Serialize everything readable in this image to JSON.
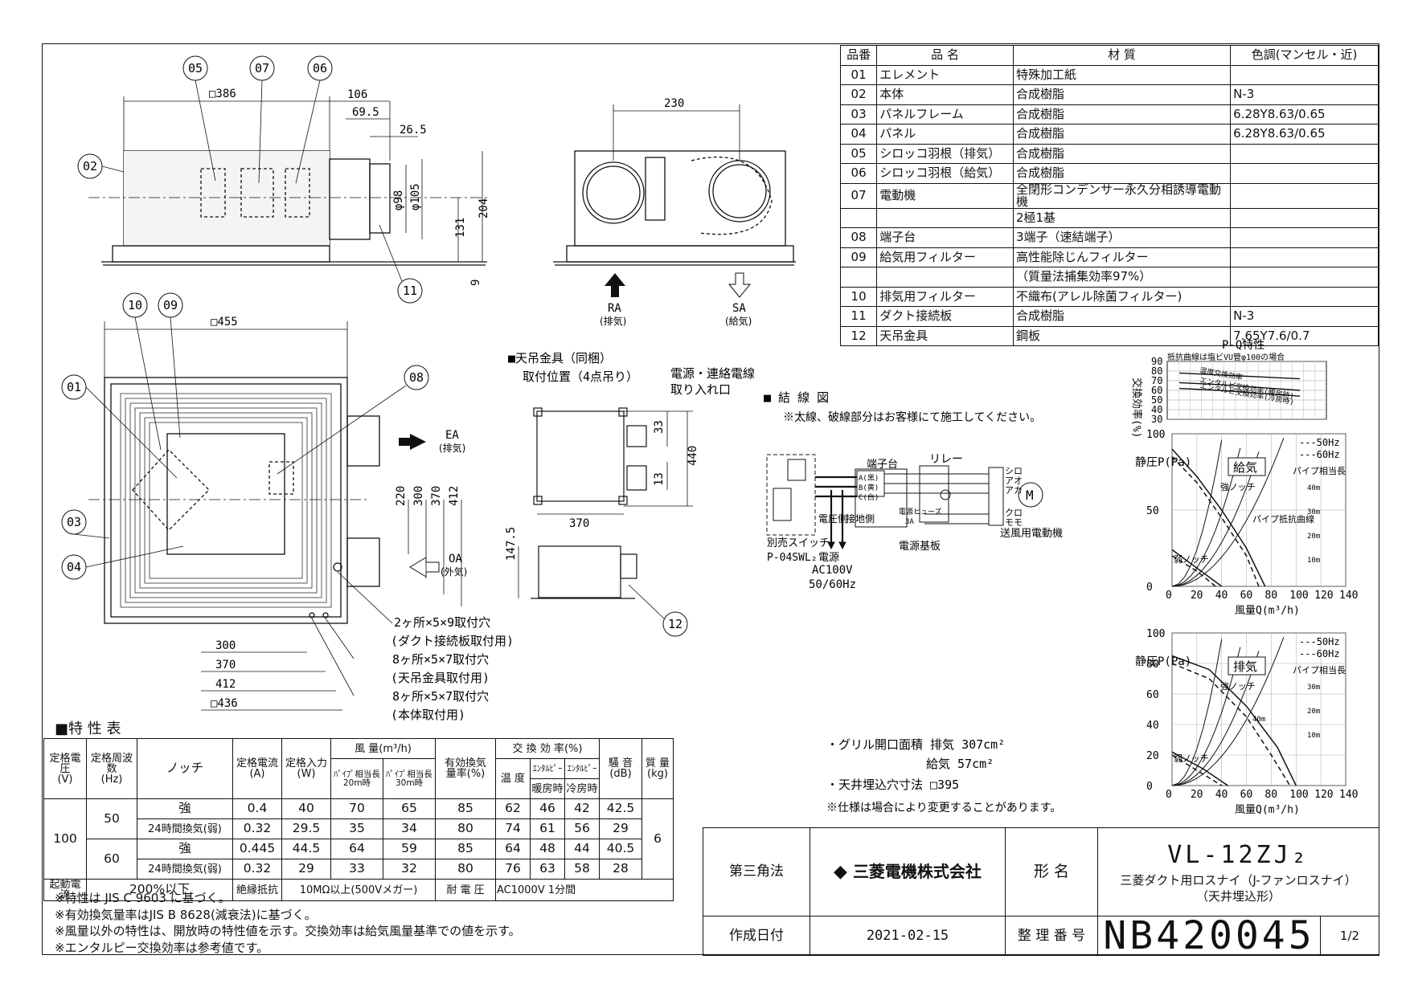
{
  "parts_table": {
    "headers": [
      "品番",
      "品 名",
      "材 質",
      "色調(マンセル・近)"
    ],
    "rows": [
      [
        "01",
        "エレメント",
        "特殊加工紙",
        ""
      ],
      [
        "02",
        "本体",
        "合成樹脂",
        "N-3"
      ],
      [
        "03",
        "パネルフレーム",
        "合成樹脂",
        "6.28Y8.63/0.65"
      ],
      [
        "04",
        "パネル",
        "合成樹脂",
        "6.28Y8.63/0.65"
      ],
      [
        "05",
        "シロッコ羽根（排気）",
        "合成樹脂",
        ""
      ],
      [
        "06",
        "シロッコ羽根（給気）",
        "合成樹脂",
        ""
      ],
      [
        "07",
        "電動機",
        "全閉形コンデンサー永久分相誘導電動機",
        ""
      ],
      [
        "",
        "",
        "2極1基",
        ""
      ],
      [
        "08",
        "端子台",
        "3端子（速結端子）",
        ""
      ],
      [
        "09",
        "給気用フィルター",
        "高性能除じんフィルター",
        ""
      ],
      [
        "",
        "",
        "（質量法捕集効率97%）",
        ""
      ],
      [
        "10",
        "排気用フィルター",
        "不織布(アレル除菌フィルター)",
        ""
      ],
      [
        "11",
        "ダクト接続板",
        "合成樹脂",
        "N-3"
      ],
      [
        "12",
        "天吊金具",
        "鋼板",
        "7.65Y7.6/0.7"
      ]
    ]
  },
  "drawing_labels": {
    "front_dims": [
      "□386",
      "106",
      "69.5",
      "26.5",
      "φ98",
      "φ105",
      "204",
      "131",
      "9"
    ],
    "side_dims": [
      "230"
    ],
    "plan_dims": [
      "□455",
      "220",
      "300",
      "370",
      "412",
      "300",
      "370",
      "412",
      "□436"
    ],
    "hanger_dims": [
      "33",
      "440",
      "13",
      "147.5",
      "370"
    ],
    "part_callouts": [
      "05",
      "07",
      "06",
      "02",
      "11",
      "10",
      "09",
      "01",
      "08",
      "03",
      "04",
      "12"
    ],
    "ra": "RA",
    "ra_sub": "(排気)",
    "sa": "SA",
    "sa_sub": "(給気)",
    "ea": "EA",
    "ea_sub": "(排気)",
    "oa": "OA",
    "oa_sub": "(外気)",
    "hole_notes": [
      "2ヶ所×5×9取付穴",
      "(ダクト接続板取付用)",
      "8ヶ所×5×7取付穴",
      "(天吊金具取付用)",
      "8ヶ所×5×7取付穴",
      "(本体取付用)"
    ],
    "hanger_title": "■天吊金具（同梱）",
    "hanger_sub": "取付位置（4点吊り）",
    "wire_in": "電源・連絡電線",
    "wire_in2": "取り入れ口",
    "wiring_title": "■ 結 線 図",
    "wiring_note": "※太線、破線部分はお客様にて施工してください。",
    "wiring_labels": [
      "端子台",
      "リレー",
      "シロ",
      "アオ",
      "アカ",
      "クロ",
      "モモ",
      "送風用電動機",
      "電源基板",
      "電源ヒューズ",
      "3A",
      "別売スイッチ",
      "P-04SWL₂",
      "電源",
      "AC100V",
      "50/60Hz",
      "電圧側",
      "接地側",
      "A(黒)",
      "B(黄)",
      "C(白)"
    ]
  },
  "grille": {
    "line1": "・グリル開口面積  排気  307cm²",
    "line2": "給気   57cm²",
    "line3": "・天井埋込穴寸法  □395",
    "line4": "※仕様は場合により変更することがあります。"
  },
  "chart_data": [
    {
      "type": "line",
      "title": "P-Q特性",
      "subtitle": "抵抗曲線は塩ビVU管φ100の場合",
      "ylabel": "交換効率(%)",
      "y_ticks": [
        "90",
        "80",
        "70",
        "60",
        "50",
        "40",
        "30"
      ],
      "series": [
        {
          "name": "温度交換効率",
          "values": [
            78,
            76,
            74,
            72
          ]
        },
        {
          "name": "エンタルピ交換効率(暖房時)",
          "values": [
            68,
            66,
            63,
            60
          ]
        },
        {
          "name": "エンタルピ交換効率(冷房時)",
          "values": [
            62,
            60,
            57,
            54
          ]
        }
      ]
    },
    {
      "type": "line",
      "title": "給気",
      "xlabel": "風量Q(m³/h)",
      "ylabel": "静圧P(Pa)",
      "xlim": [
        0,
        140
      ],
      "ylim": [
        0,
        100
      ],
      "x_ticks": [
        "0",
        "20",
        "40",
        "60",
        "80",
        "100",
        "120",
        "140"
      ],
      "y_ticks": [
        "0",
        "50",
        "100"
      ],
      "legend": [
        "---50Hz",
        "---60Hz"
      ],
      "labels": [
        "パイプ相当長",
        "強ノッチ",
        "弱ノッチ",
        "パイプ抵抗曲線",
        "40m",
        "30m",
        "20m",
        "10m"
      ],
      "series": [
        {
          "name": "強ノッチ 50Hz",
          "x": [
            0,
            20,
            40,
            60,
            70
          ],
          "y": [
            85,
            68,
            45,
            20,
            0
          ]
        },
        {
          "name": "強ノッチ 60Hz",
          "x": [
            0,
            20,
            40,
            60,
            75
          ],
          "y": [
            90,
            72,
            50,
            25,
            0
          ]
        },
        {
          "name": "弱ノッチ 50Hz",
          "x": [
            0,
            20,
            35
          ],
          "y": [
            20,
            10,
            0
          ]
        },
        {
          "name": "弱ノッチ 60Hz",
          "x": [
            0,
            20,
            40
          ],
          "y": [
            24,
            12,
            0
          ]
        }
      ]
    },
    {
      "type": "line",
      "title": "排気",
      "xlabel": "風量Q(m³/h)",
      "ylabel": "静圧P(Pa)",
      "xlim": [
        0,
        140
      ],
      "ylim": [
        0,
        100
      ],
      "x_ticks": [
        "0",
        "20",
        "40",
        "60",
        "80",
        "100",
        "120",
        "140"
      ],
      "y_ticks": [
        "0",
        "20",
        "40",
        "60",
        "80",
        "100"
      ],
      "legend": [
        "---50Hz",
        "---60Hz"
      ],
      "labels": [
        "パイプ相当長",
        "強ノッチ",
        "弱ノッチ",
        "40m",
        "30m",
        "20m",
        "10m"
      ],
      "series": [
        {
          "name": "強ノッチ 50Hz",
          "x": [
            0,
            30,
            60,
            80,
            95
          ],
          "y": [
            80,
            70,
            45,
            20,
            0
          ]
        },
        {
          "name": "強ノッチ 60Hz",
          "x": [
            0,
            30,
            60,
            85,
            100
          ],
          "y": [
            85,
            76,
            52,
            25,
            0
          ]
        },
        {
          "name": "弱ノッチ 50Hz",
          "x": [
            0,
            20,
            40
          ],
          "y": [
            20,
            10,
            0
          ]
        },
        {
          "name": "弱ノッチ 60Hz",
          "x": [
            0,
            25,
            45
          ],
          "y": [
            22,
            11,
            0
          ]
        }
      ]
    }
  ],
  "spec_table": {
    "title": "■特 性 表",
    "h_voltage": "定格電圧",
    "h_voltage_u": "(V)",
    "h_freq": "定格周波数",
    "h_freq_u": "(Hz)",
    "h_notch": "ノッチ",
    "h_current": "定格電流",
    "h_current_u": "(A)",
    "h_power": "定格入力",
    "h_power_u": "(W)",
    "h_air": "風 量(m³/h)",
    "h_air20": "ﾊﾟｲﾌﾟ相当長",
    "h_air20b": "20m時",
    "h_air30": "ﾊﾟｲﾌﾟ相当長",
    "h_air30b": "30m時",
    "h_eff": "有効換気",
    "h_eff2": "量率(%)",
    "h_xchg": "交 換 効 率(%)",
    "h_temp": "温 度",
    "h_ent_h": "ｴﾝﾀﾙﾋﾟｰ",
    "h_ent_h2": "暖房時",
    "h_ent_c": "ｴﾝﾀﾙﾋﾟｰ",
    "h_ent_c2": "冷房時",
    "h_noise": "騒 音",
    "h_noise_u": "(dB)",
    "h_mass": "質 量",
    "h_mass_u": "(kg)",
    "voltage": "100",
    "mass": "6",
    "rows": [
      {
        "freq": "50",
        "notch": "強",
        "current": "0.4",
        "power": "40",
        "air20": "70",
        "air30": "65",
        "eff": "85",
        "temp": "62",
        "enth": "46",
        "entc": "42",
        "noise": "42.5"
      },
      {
        "freq": "",
        "notch": "24時間換気(弱)",
        "current": "0.32",
        "power": "29.5",
        "air20": "35",
        "air30": "34",
        "eff": "80",
        "temp": "74",
        "enth": "61",
        "entc": "56",
        "noise": "29"
      },
      {
        "freq": "60",
        "notch": "強",
        "current": "0.445",
        "power": "44.5",
        "air20": "64",
        "air30": "59",
        "eff": "85",
        "temp": "64",
        "enth": "48",
        "entc": "44",
        "noise": "40.5"
      },
      {
        "freq": "",
        "notch": "24時間換気(弱)",
        "current": "0.32",
        "power": "29",
        "air20": "33",
        "air30": "32",
        "eff": "80",
        "temp": "76",
        "enth": "63",
        "entc": "58",
        "noise": "28"
      }
    ],
    "footer": {
      "start_l": "起動電流",
      "start_v": "200%以下",
      "ins_l": "絶縁抵抗",
      "ins_v": "10MΩ以上(500Vメガー)",
      "wv_l": "耐 電 圧",
      "wv_v": "AC1000V 1分間"
    }
  },
  "notes": [
    "※特性は JIS C 9603 に基づく。",
    "※有効換気量率はJIS B 8628(減衰法)に基づく。",
    "※風量以外の特性は、開放時の特性値を示す。交換効率は給気風量基準での値を示す。",
    "※エンタルピー交換効率は参考値です。"
  ],
  "title_block": {
    "projection": "第三角法",
    "company": "三菱電機株式会社",
    "model_label": "形 名",
    "model": "VL-12ZJ₂",
    "desc1": "三菱ダクト用ロスナイ（J-ファンロスナイ）",
    "desc2": "（天井埋込形）",
    "date_label": "作成日付",
    "date": "2021-02-15",
    "num_label": "整 理 番 号",
    "number": "NB420045",
    "page": "1/2"
  }
}
